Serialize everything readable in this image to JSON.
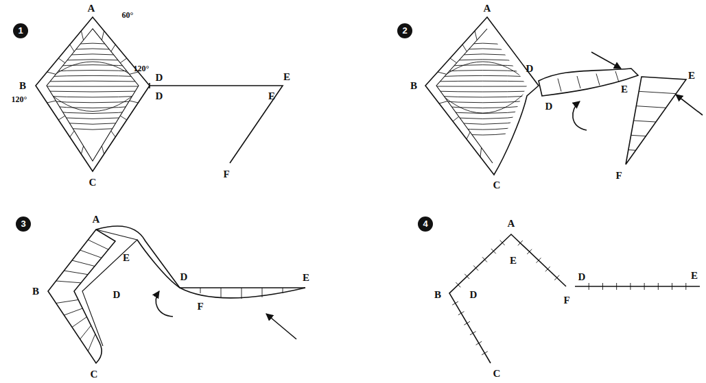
{
  "diagram": {
    "labels": [
      "1",
      "A",
      "60°",
      "120°",
      "D",
      "D",
      "B",
      "120°",
      "E",
      "E",
      "C",
      "F",
      "2",
      "A",
      "B",
      "D",
      "D",
      "E",
      "E",
      "C",
      "F",
      "3",
      "A",
      "B",
      "E",
      "D",
      "D",
      "E",
      "F",
      "C",
      "4",
      "A",
      "E",
      "B",
      "D",
      "F",
      "D",
      "E",
      "C"
    ]
  }
}
